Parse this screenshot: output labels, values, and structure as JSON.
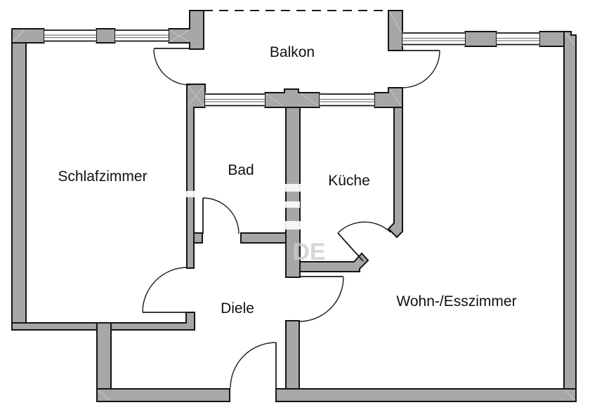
{
  "plan": {
    "rooms": [
      {
        "id": "balkon",
        "label": "Balkon"
      },
      {
        "id": "schlafzimmer",
        "label": "Schlafzimmer"
      },
      {
        "id": "bad",
        "label": "Bad"
      },
      {
        "id": "kueche",
        "label": "Küche"
      },
      {
        "id": "diele",
        "label": "Diele"
      },
      {
        "id": "wohn-esszimmer",
        "label": "Wohn-/Esszimmer"
      }
    ],
    "doors": [
      "schlafzimmer-balcony-door",
      "wohnzimmer-balcony-door",
      "bad-door",
      "kueche-door",
      "wohnzimmer-door",
      "schlafzimmer-door",
      "apartment-entrance-door"
    ],
    "windows": [
      "schlafzimmer-window-1",
      "schlafzimmer-window-2",
      "bad-window",
      "kueche-window",
      "wohnzimmer-window-1",
      "wohnzimmer-window-2"
    ],
    "balcony_railing_style": "dashed"
  },
  "watermark": {
    "text": "DE"
  },
  "colors": {
    "background": "#ffffff",
    "wall_fill": "#a7a7aa",
    "wall_outline": "#141414",
    "door_line": "#1c1c1c",
    "window_glass_line": "#7e7e82",
    "miter_line": "#c8c8ca",
    "watermark": "#cdcdcd"
  }
}
